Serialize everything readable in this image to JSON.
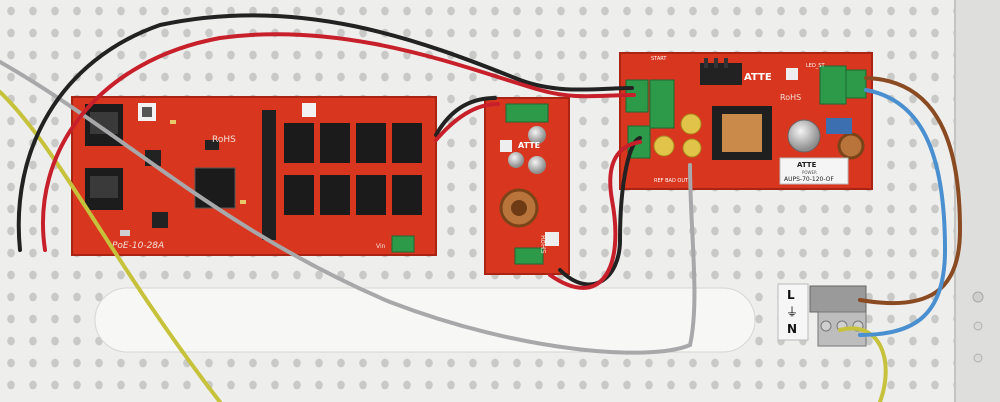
{
  "labels": {
    "poe_board_model": "PoE-10-28A",
    "rohs": "RoHS",
    "lan_port": "LAN_PoE",
    "vin": "Vin",
    "psu_brand": "ATTE",
    "psu_brand_sub": "POWER",
    "psu_model": "AUPS-70-120-OF",
    "psu_start": "START",
    "psu_led": "LED_ST",
    "psu_out": "REF BAD OUT",
    "dcdc_brand": "ATTE",
    "terminal_L": "L",
    "terminal_N": "N",
    "terminal_ground": "⏚"
  },
  "colors": {
    "panel": "#eeeeec",
    "hole": "#cfd0cd",
    "pcb": "#d9361f",
    "pcb_dark": "#b82512",
    "wire_red": "#c8202a",
    "wire_black": "#222222",
    "wire_blue": "#4a8fd0",
    "wire_brown": "#8a4a22",
    "wire_yellow": "#c7c23c",
    "wire_grey": "#a8a8aa",
    "terminal_green": "#2d9a4a"
  }
}
